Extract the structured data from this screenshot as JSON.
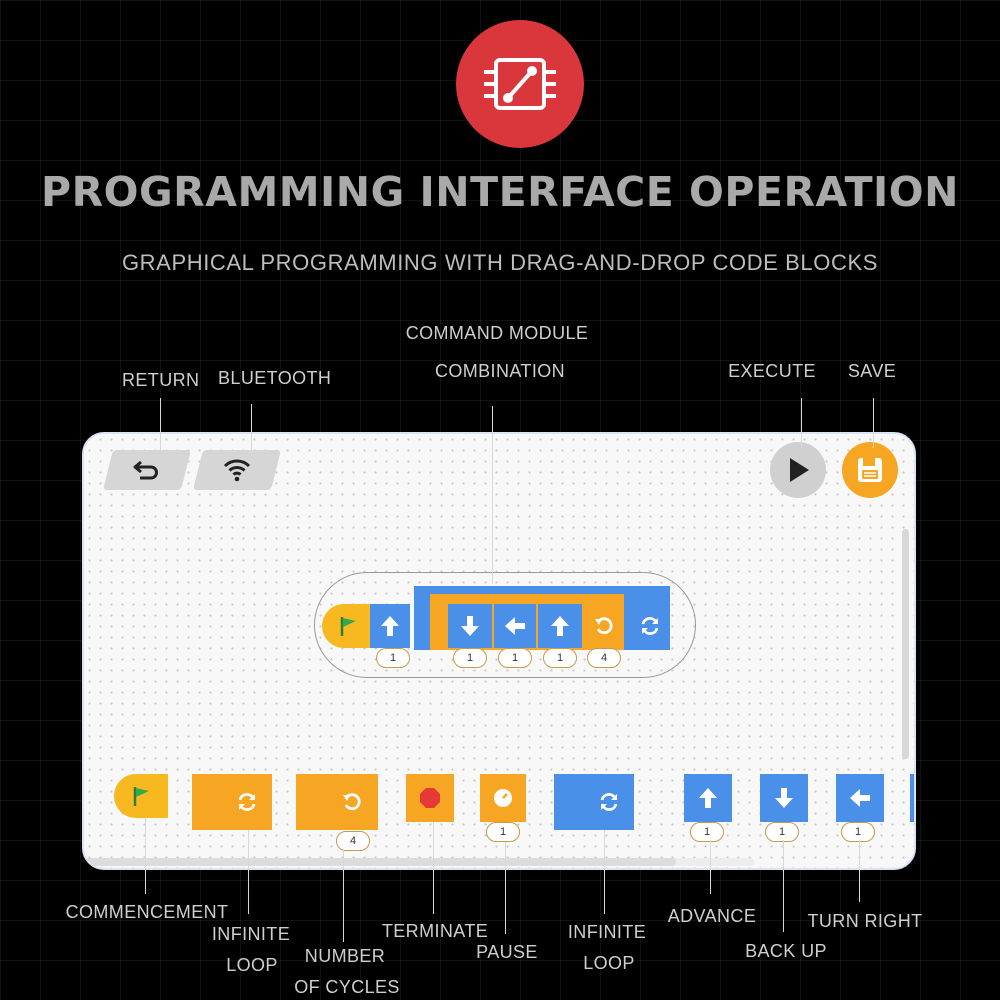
{
  "header": {
    "title": "PROGRAMMING INTERFACE OPERATION",
    "subtitle": "GRAPHICAL PROGRAMMING WITH DRAG-AND-DROP CODE BLOCKS",
    "logo_icon": "circuit-chip-icon",
    "logo_color": "#d9373c"
  },
  "top_labels": {
    "return": "RETURN",
    "bluetooth": "BLUETOOTH",
    "command_line1": "COMMAND MODULE",
    "command_line2": "COMBINATION",
    "execute": "EXECUTE",
    "save": "SAVE"
  },
  "toolbar": {
    "return_icon": "return-arrow-icon",
    "bluetooth_icon": "wifi-signal-icon",
    "execute_icon": "play-icon",
    "save_icon": "floppy-disk-icon",
    "save_color": "#f6a623"
  },
  "program": {
    "advance_count": "1",
    "back_up_count": "1",
    "turn_left_count": "1",
    "advance2_count": "1",
    "cycles": "4"
  },
  "palette": {
    "pause_value": "1",
    "cycles_value": "4",
    "advance_value": "1",
    "back_up_value": "1",
    "turn_right_value": "1"
  },
  "bottom_labels": {
    "commencement": "COMMENCEMENT",
    "infinite_loop1_line1": "INFINITE",
    "infinite_loop1_line2": "LOOP",
    "number_cycles_line1": "NUMBER",
    "number_cycles_line2": "OF CYCLES",
    "terminate": "TERMINATE",
    "pause": "PAUSE",
    "infinite_loop2_line1": "INFINITE",
    "infinite_loop2_line2": "LOOP",
    "advance": "ADVANCE",
    "back_up": "BACK UP",
    "turn_right": "TURN RIGHT"
  },
  "colors": {
    "blue_block": "#4a90e8",
    "orange_block": "#f6a623",
    "start_block": "#f7b91f"
  }
}
